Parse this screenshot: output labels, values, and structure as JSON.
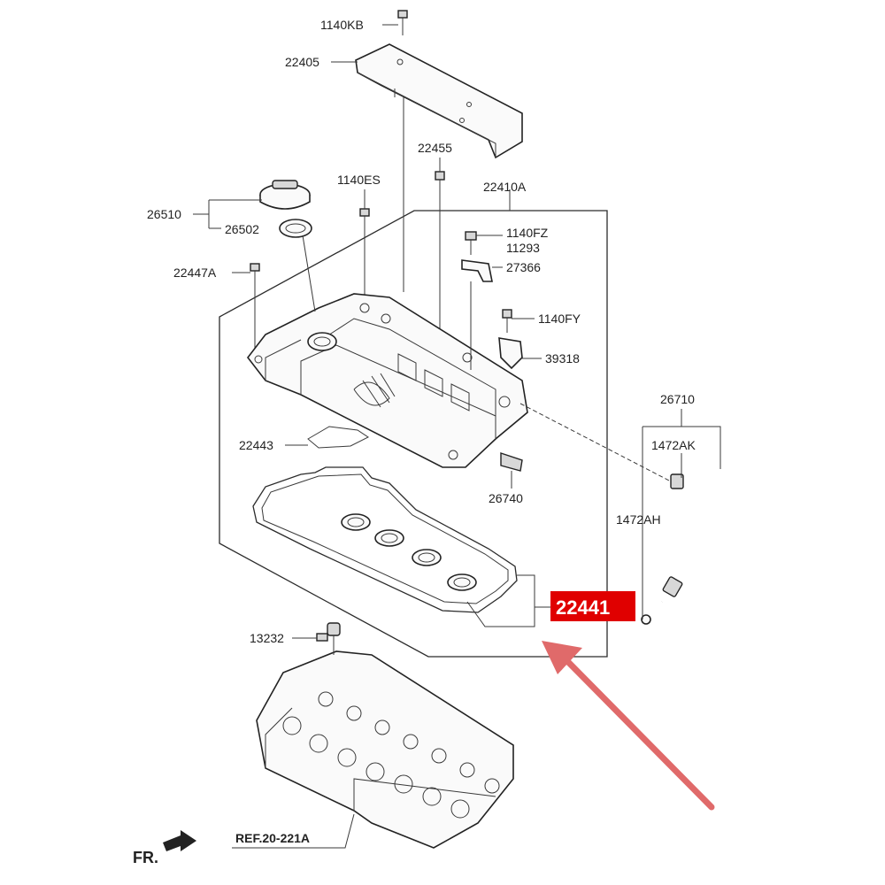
{
  "labels": {
    "p1140KB": "1140KB",
    "p22405": "22405",
    "p22455": "22455",
    "p1140ES": "1140ES",
    "p22410A": "22410A",
    "p26510": "26510",
    "p26502": "26502",
    "p1140FZ": "1140FZ",
    "p11293": "11293",
    "p27366": "27366",
    "p22447A": "22447A",
    "p1140FY": "1140FY",
    "p39318": "39318",
    "p26710": "26710",
    "p1472AK": "1472AK",
    "p22443": "22443",
    "p26740": "26740",
    "p1472AH": "1472AH",
    "p22441": "22441",
    "p13232": "13232",
    "ref": "REF.20-221A",
    "fr": "FR."
  },
  "colors": {
    "highlight_box": "#e00000",
    "arrow": "#e06a6a",
    "line": "#2b2b2b"
  }
}
